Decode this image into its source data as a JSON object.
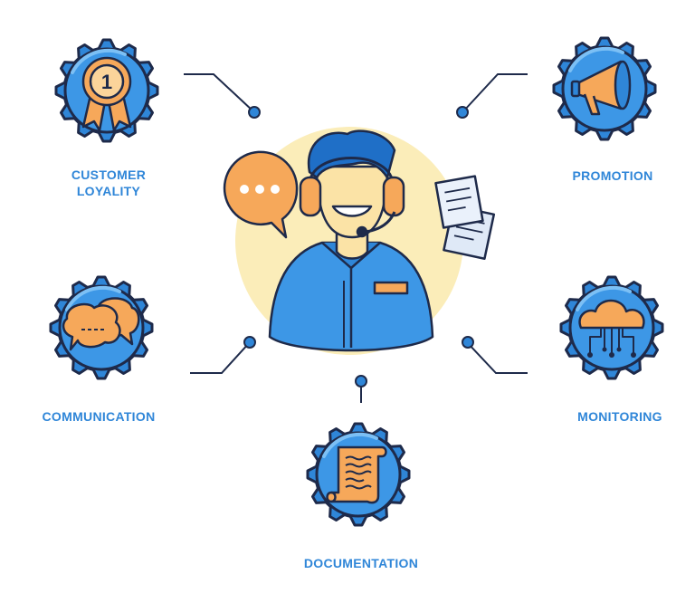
{
  "nodes": {
    "customer_loyalty": {
      "line1": "CUSTOMER",
      "line2": "LOYALITY",
      "icon": "medal-icon",
      "badge_number": "1"
    },
    "promotion": {
      "label": "PROMOTION",
      "icon": "megaphone-icon"
    },
    "communication": {
      "label": "COMMUNICATION",
      "icon": "chat-bubbles-icon"
    },
    "monitoring": {
      "label": "MONITORING",
      "icon": "cloud-network-icon"
    },
    "documentation": {
      "label": "DOCUMENTATION",
      "icon": "scroll-icon"
    }
  },
  "center": {
    "figure": "support-agent-with-headset",
    "speech_icon": "speech-bubble-dots-icon",
    "docs_icon": "documents-icon"
  },
  "colors": {
    "label_blue": "#2f86d8",
    "gear_fill": "#2f86d8",
    "gear_dark": "#1f6fc7",
    "outline": "#1e2a4a",
    "orange": "#f6a85a",
    "halo": "#fbedb9"
  }
}
